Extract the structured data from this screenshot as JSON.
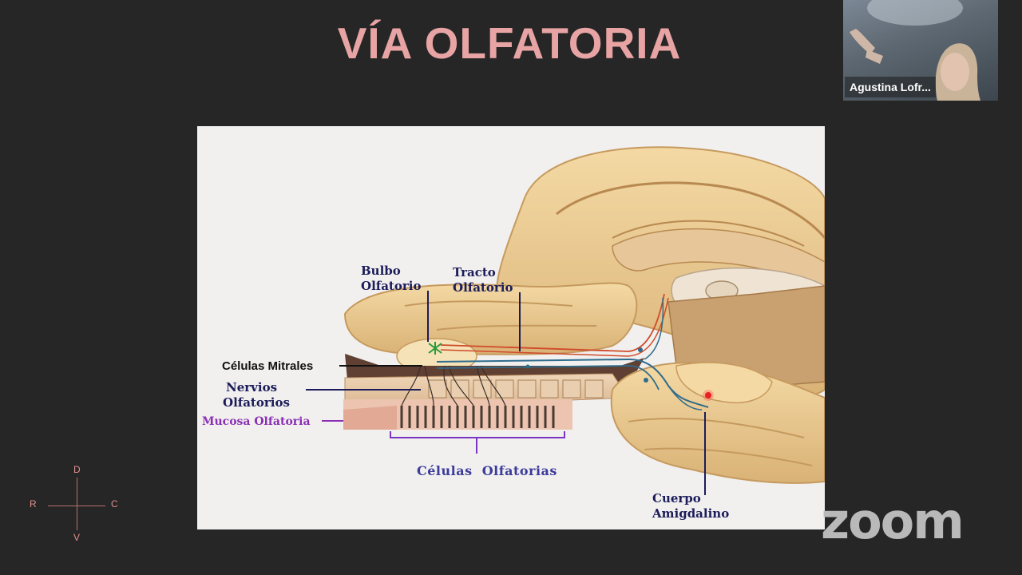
{
  "slide": {
    "title": "VÍA OLFATORIA",
    "labels": {
      "bulbo_1": "Bulbo",
      "bulbo_2": "Olfatorio",
      "tracto_1": "Tracto",
      "tracto_2": "Olfatorio",
      "mitrales": "Células Mitrales",
      "nervios_1": "Nervios",
      "nervios_2": "Olfatorios",
      "mucosa": "Mucosa Olfatoria",
      "celulas_1": "Células",
      "celulas_2": "Olfatorias",
      "cuerpo_1": "Cuerpo",
      "cuerpo_2": "Amigdalino"
    },
    "compass": {
      "top": "D",
      "bottom": "V",
      "left": "R",
      "right": "C"
    }
  },
  "video": {
    "participant_name": "Agustina Lofr..."
  },
  "branding": {
    "logo_text": "zoom"
  },
  "colors": {
    "background": "#262626",
    "title": "#e8a4a4",
    "label_navy": "#1c1c5a",
    "label_purple": "#8a2fb4",
    "pathway_red": "#d04a2a",
    "pathway_teal": "#2f6c8c"
  },
  "icons": {
    "amygdala_marker": "red-dot-icon",
    "glomerulus": "green-star-icon"
  }
}
